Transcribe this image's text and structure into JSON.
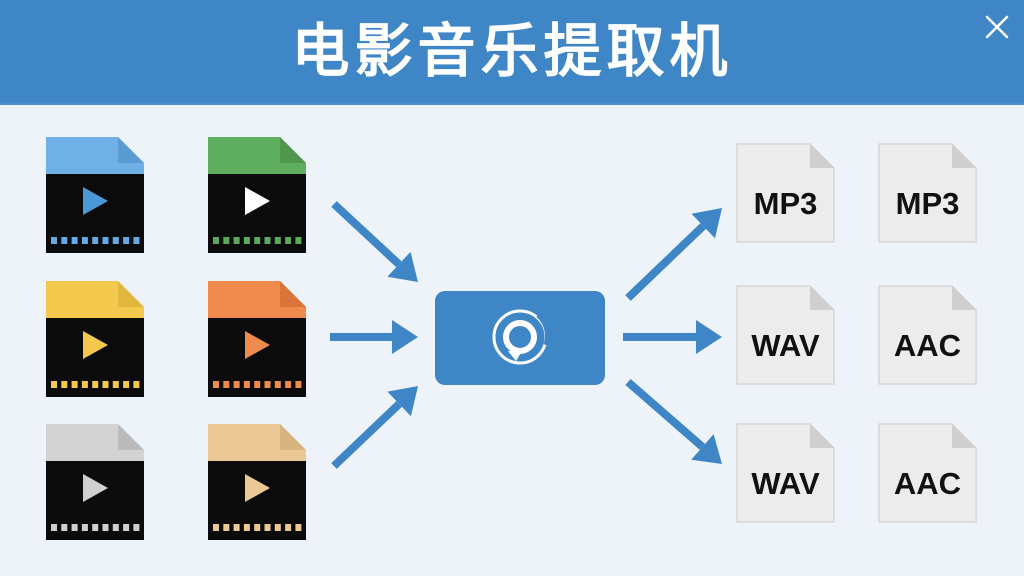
{
  "window": {
    "title": "电影音乐提取机",
    "close_icon": "close-icon"
  },
  "inputs": {
    "items": [
      {
        "kind": "video-file-icon",
        "color": "#6fb0e6",
        "fold": "#5b9bd3",
        "play": "#4a98d6",
        "strip": "#63a9e6"
      },
      {
        "kind": "video-file-icon",
        "color": "#5fae5f",
        "fold": "#4f974f",
        "play": "#ffffff",
        "strip": "#5ca85c"
      },
      {
        "kind": "video-file-icon",
        "color": "#f2c94c",
        "fold": "#e1b73d",
        "play": "#f2c94c",
        "strip": "#f2c94c"
      },
      {
        "kind": "video-file-icon",
        "color": "#ee8a4c",
        "fold": "#d9743a",
        "play": "#ee8a4c",
        "strip": "#ee8a4c"
      },
      {
        "kind": "video-file-icon",
        "color": "#d2d2d2",
        "fold": "#bbbbbb",
        "play": "#cfcfcf",
        "strip": "#cfcfcf"
      },
      {
        "kind": "video-file-icon",
        "color": "#eac893",
        "fold": "#d8b57f",
        "play": "#eac893",
        "strip": "#eac893"
      }
    ]
  },
  "converter": {
    "icon": "convert-refresh-icon",
    "color": "#3f86c6"
  },
  "outputs": {
    "items": [
      {
        "label": "MP3"
      },
      {
        "label": "MP3"
      },
      {
        "label": "WAV"
      },
      {
        "label": "AAC"
      },
      {
        "label": "WAV"
      },
      {
        "label": "AAC"
      }
    ]
  },
  "arrows": {
    "color": "#3f86c6",
    "icon": "arrow-icon"
  }
}
